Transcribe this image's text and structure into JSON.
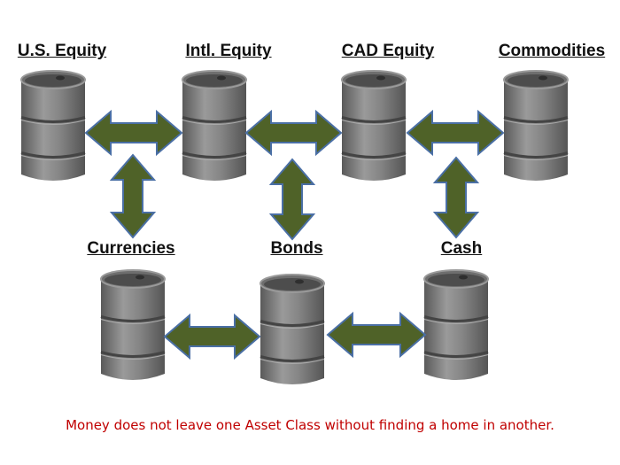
{
  "top_row": [
    "U.S. Equity",
    "Intl. Equity",
    "CAD Equity",
    "Commodities"
  ],
  "bottom_row": [
    "Currencies",
    "Bonds",
    "Cash"
  ],
  "caption": "Money does not leave one Asset Class without finding a home in another.",
  "colors": {
    "arrow_fill": "#4f6228",
    "arrow_stroke": "#4a6fa5",
    "barrel": "#7f7f7f",
    "caption": "#c00000"
  }
}
